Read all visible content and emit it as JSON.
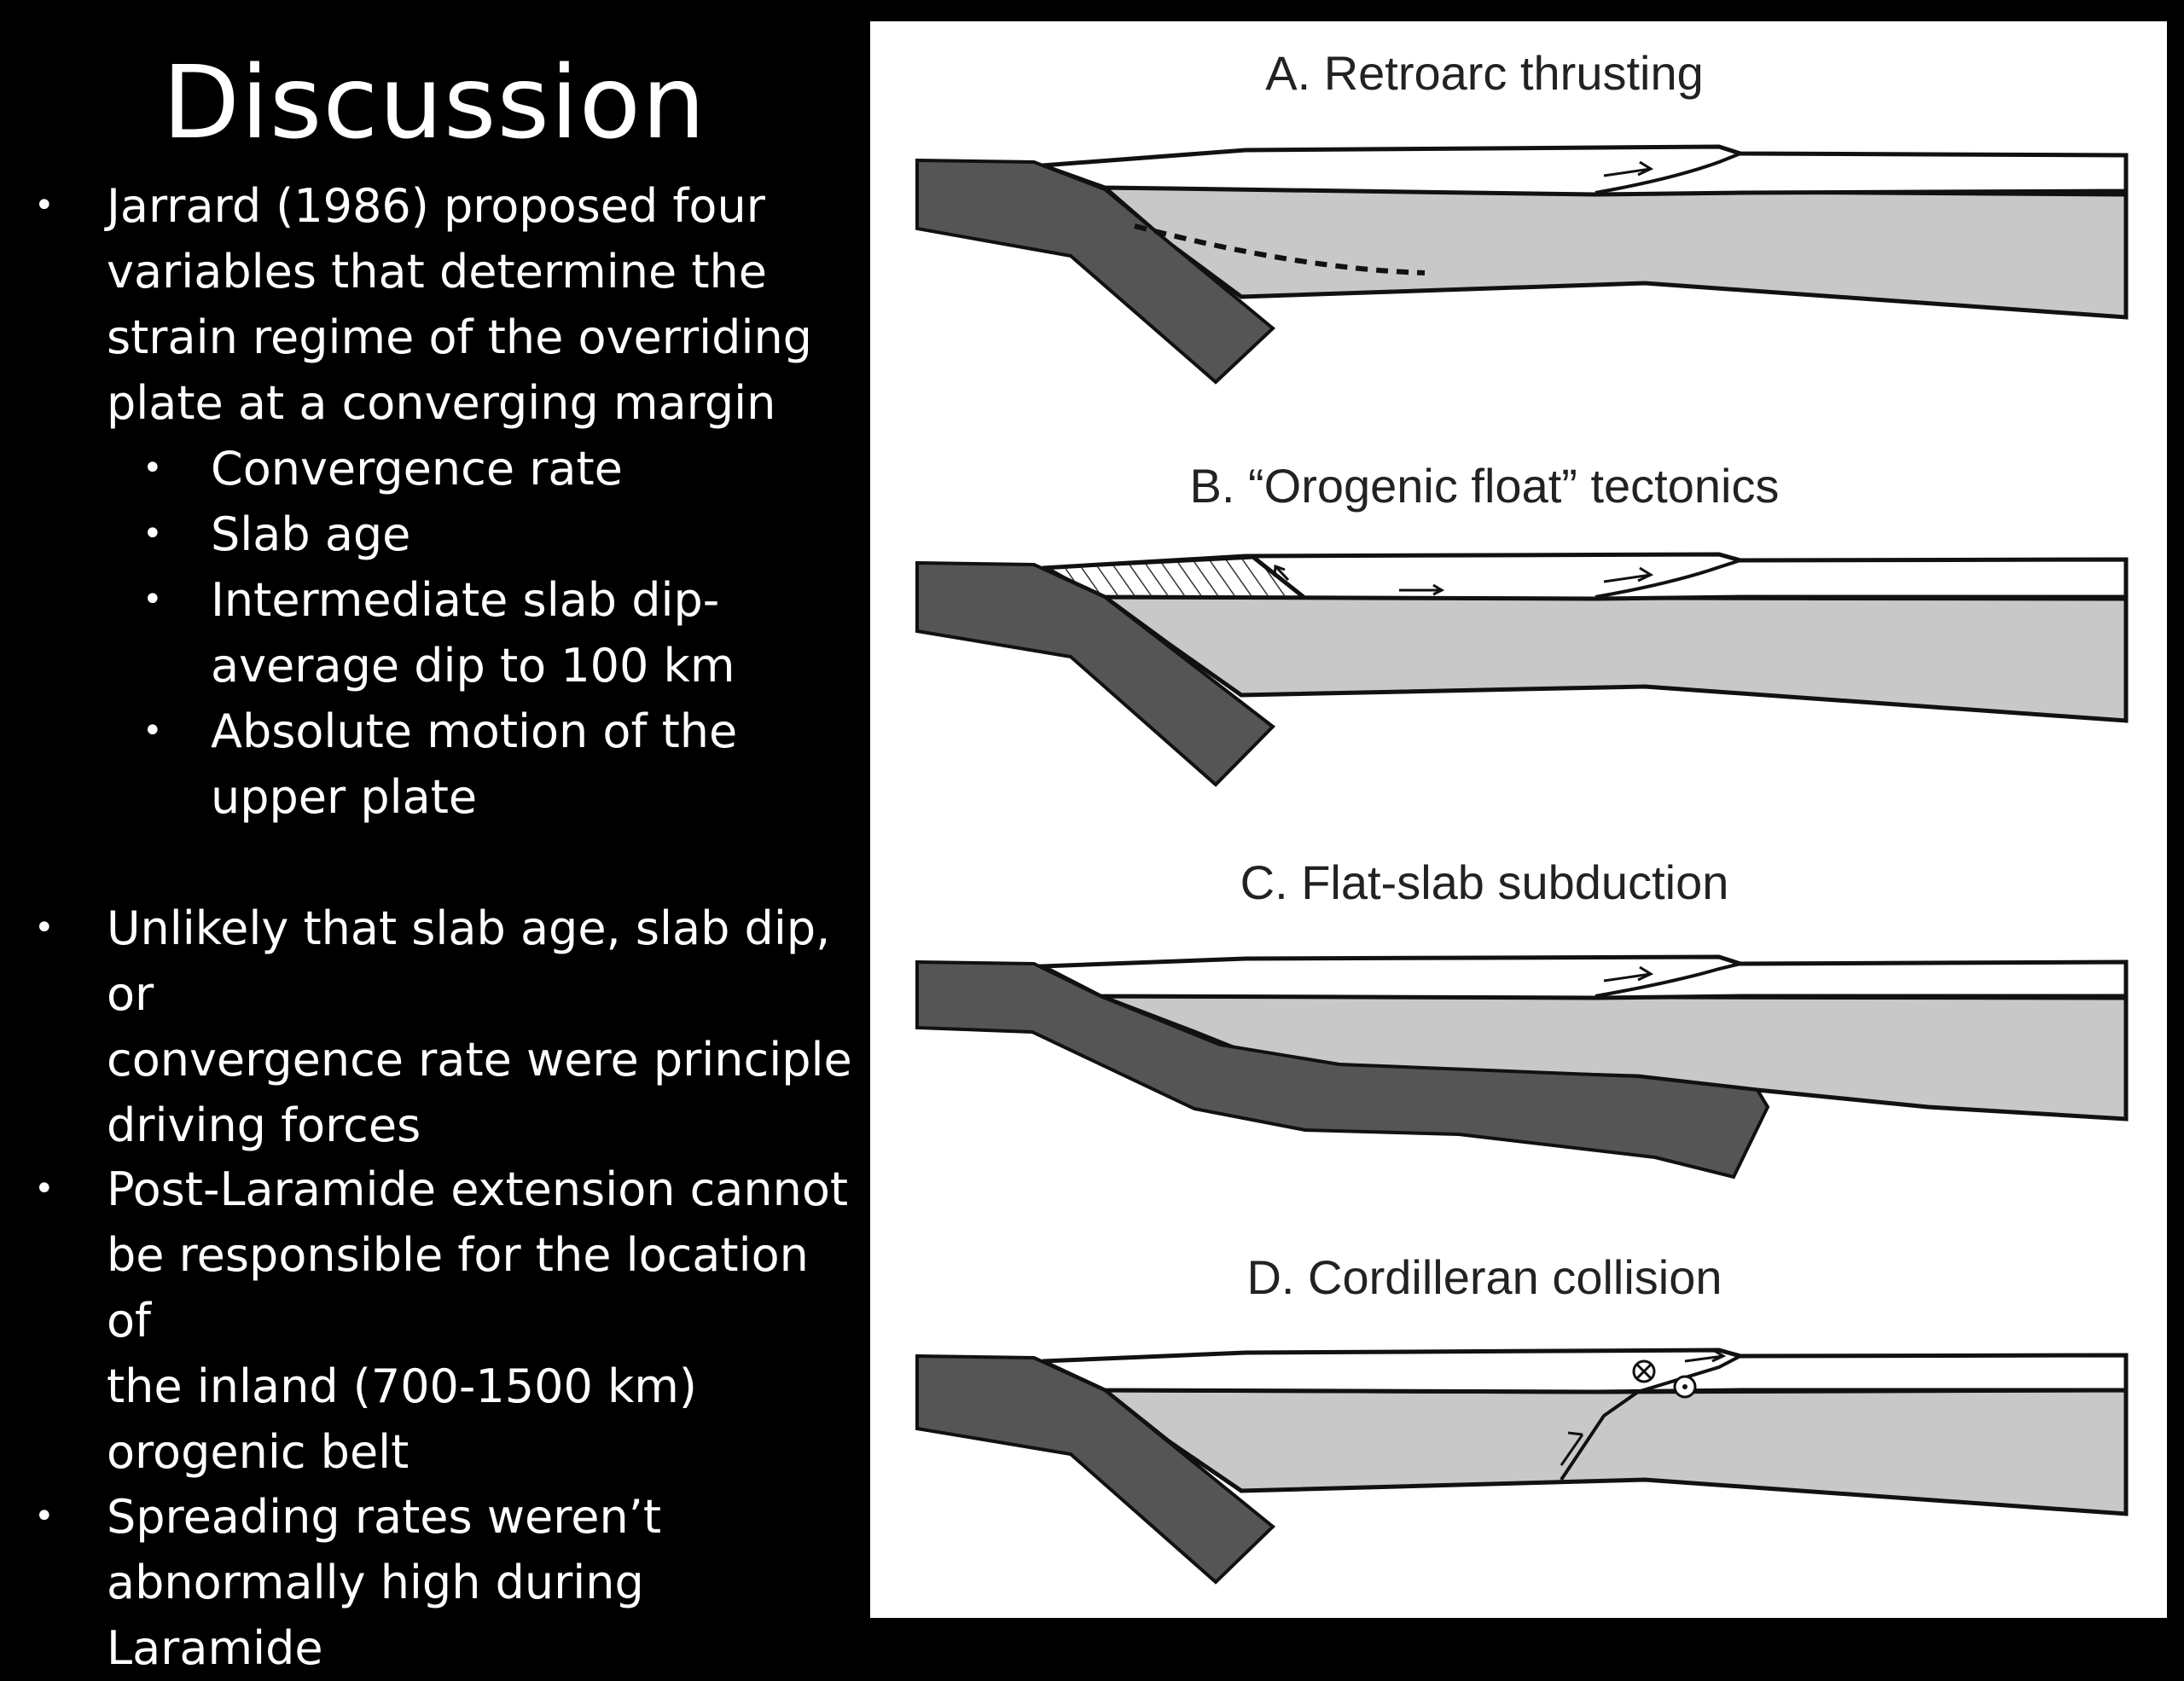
{
  "slide": {
    "title": "Discussion"
  },
  "bullets": {
    "b1": {
      "lines": [
        "Jarrard (1986) proposed four",
        "variables that determine the",
        "strain regime of the overriding",
        "plate at a converging margin"
      ],
      "subitems": [
        {
          "lines": [
            "Convergence rate"
          ]
        },
        {
          "lines": [
            "Slab age"
          ]
        },
        {
          "lines": [
            "Intermediate slab dip-",
            "average dip to 100 km"
          ]
        },
        {
          "lines": [
            "Absolute motion of the",
            "upper plate"
          ]
        }
      ]
    },
    "b2": {
      "lines": [
        "Unlikely that slab age, slab dip, or",
        "convergence rate were principle",
        "driving forces"
      ]
    },
    "b3": {
      "lines": [
        "Post-Laramide extension cannot",
        "be responsible for the location of",
        "the inland  (700-1500 km)",
        "orogenic belt"
      ]
    },
    "b4": {
      "lines": [
        "Spreading rates weren’t",
        "abnormally high during Laramide"
      ]
    }
  },
  "figure": {
    "panels": [
      {
        "label": "A. Retroarc thrusting"
      },
      {
        "label": "B. “Orogenic float” tectonics"
      },
      {
        "label": "C. Flat-slab subduction"
      },
      {
        "label": "D. Cordilleran collision"
      }
    ],
    "colors": {
      "slab": "#555555",
      "lithosphere": "#c8c8c8",
      "crust": "#ffffff",
      "outline": "#111111"
    }
  }
}
